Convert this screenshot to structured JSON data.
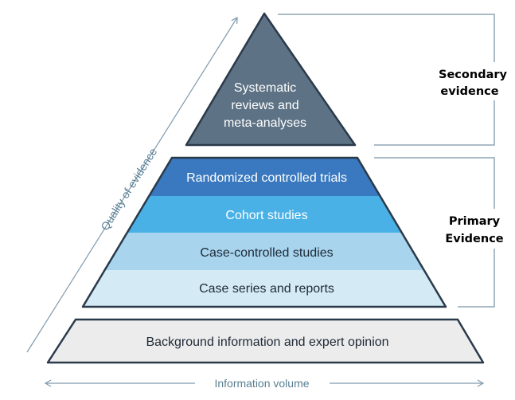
{
  "pyramid": {
    "apex": {
      "label_lines": [
        "Systematic",
        "reviews and",
        "meta-analyses"
      ],
      "fill": "#5d7285",
      "text_color": "#ffffff"
    },
    "primary_bands": [
      {
        "label": "Randomized controlled trials",
        "fill": "#3a79bf",
        "text_color": "#ffffff"
      },
      {
        "label": "Cohort studies",
        "fill": "#4ab1e6",
        "text_color": "#ffffff"
      },
      {
        "label": "Case-controlled studies",
        "fill": "#a8d4ee",
        "text_color": "#1e2a36"
      },
      {
        "label": "Case series and reports",
        "fill": "#d4ebf6",
        "text_color": "#1e2a36"
      }
    ],
    "base": {
      "label": "Background information and expert opinion",
      "fill": "#ececec",
      "text_color": "#1e2a36"
    },
    "outline_color": "#2b3a4a"
  },
  "brackets": {
    "secondary": {
      "lines": [
        "Secondary",
        "evidence"
      ]
    },
    "primary": {
      "lines": [
        "Primary",
        "Evidence"
      ]
    },
    "line_color": "#8fa6b6"
  },
  "axes": {
    "quality_label": "Quality of evidence",
    "volume_label": "Information volume",
    "color": "#7f9aad"
  }
}
